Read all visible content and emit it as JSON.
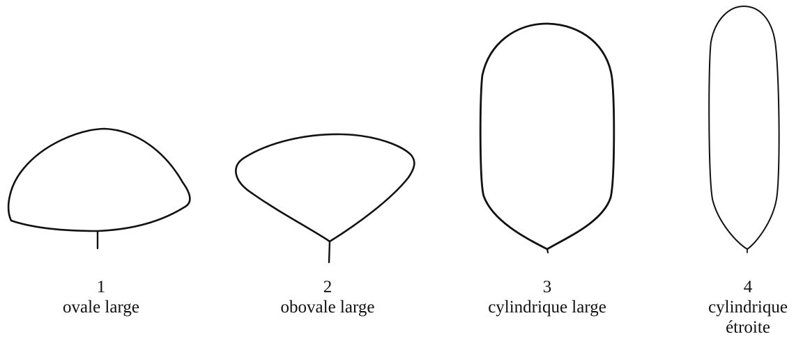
{
  "shapes": [
    {
      "number": "1",
      "name": "ovale large"
    },
    {
      "number": "2",
      "name": "obovale large"
    },
    {
      "number": "3",
      "name": "cylindrique large"
    },
    {
      "number": "4",
      "name": "cylindrique\nétroite"
    }
  ]
}
